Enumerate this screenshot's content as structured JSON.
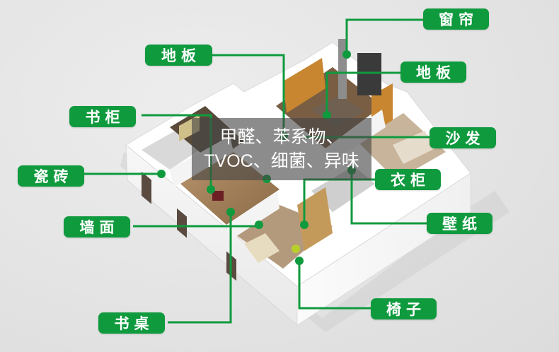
{
  "overlay": {
    "line1": "甲醛、苯系物、",
    "line2": "TVOC、细菌、异味"
  },
  "labels": {
    "curtain": "窗帘",
    "floor_top_left": "地板",
    "floor_right": "地板",
    "bookcase": "书柜",
    "sofa": "沙发",
    "tile": "瓷砖",
    "wardrobe": "衣柜",
    "wall": "墙面",
    "wallpaper": "壁纸",
    "chair": "椅子",
    "desk": "书桌"
  },
  "colors": {
    "label_bg": "#0f9a3e",
    "line": "#0f9a3e",
    "background": "#e4e4e4",
    "overlay": "rgba(70,70,70,0.62)"
  }
}
